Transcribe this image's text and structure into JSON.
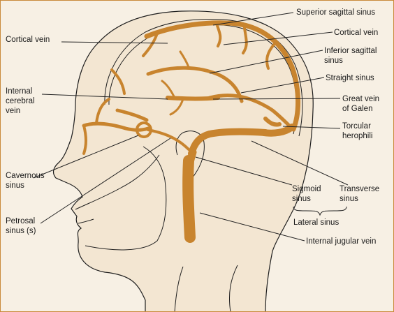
{
  "colors": {
    "background": "#f7f0e4",
    "frame": "#c98a3a",
    "skin": "#f3e6d2",
    "outline": "#1e1e1e",
    "vein": "#c8842e",
    "leader": "#222222"
  },
  "labels": {
    "superior_sagittal_sinus": "Superior sagittal sinus",
    "cortical_vein_right": "Cortical vein",
    "inferior_sagittal_sinus": [
      "Inferior sagittal",
      "sinus"
    ],
    "straight_sinus": "Straight sinus",
    "great_vein_of_galen": [
      "Great vein",
      "of Galen"
    ],
    "torcular_herophili": [
      "Torcular",
      "herophili"
    ],
    "cortical_vein_left": "Cortical vein",
    "internal_cerebral_vein": [
      "Internal",
      "cerebral",
      "vein"
    ],
    "cavernous_sinus": [
      "Cavernous",
      "sinus"
    ],
    "petrosal_sinus": [
      "Petrosal",
      "sinus (s)"
    ],
    "sigmoid_sinus": [
      "Sigmoid",
      "sinus"
    ],
    "transverse_sinus": [
      "Transverse",
      "sinus"
    ],
    "lateral_sinus": "Lateral sinus",
    "internal_jugular_vein": "Internal jugular vein"
  }
}
